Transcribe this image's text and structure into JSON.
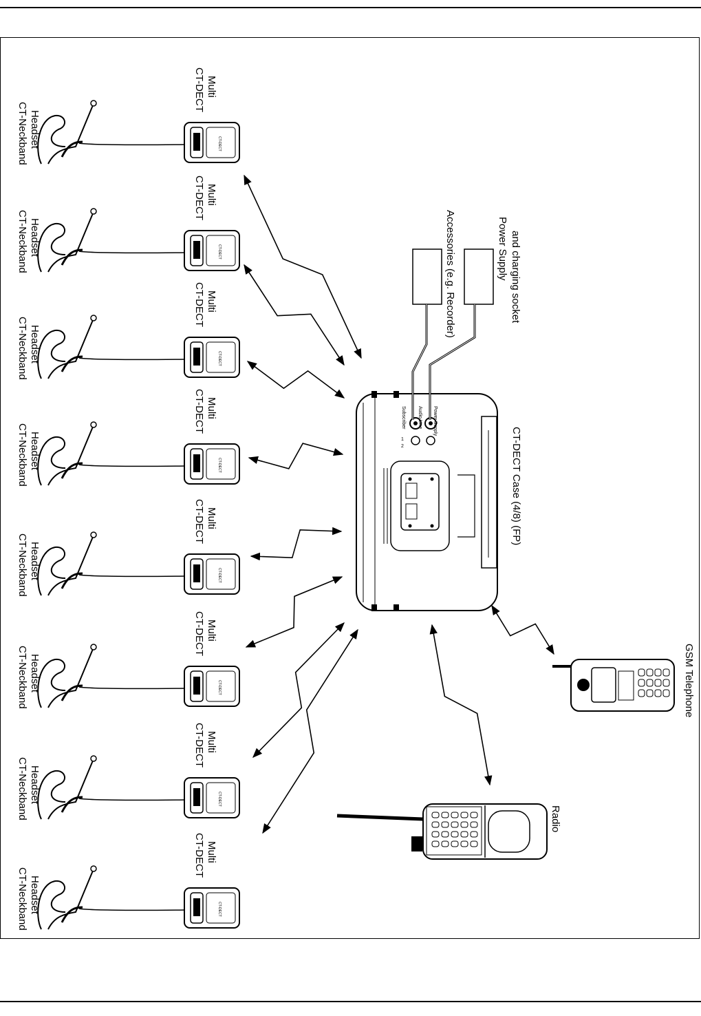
{
  "diagram": {
    "headset_label": [
      "CT-Neckband",
      "Headset"
    ],
    "handset_label": [
      "CT-DECT",
      "Multi"
    ],
    "handset_face_text": "CT-DECT",
    "base_station_label": "CT-DECT Case (4/8) (FP)",
    "accessories_label": "Accessories (e.g. Recorder)",
    "power_label": [
      "Power Supply",
      "and charging socket"
    ],
    "radio_label": "Radio",
    "gsm_label": "GSM Telephone",
    "case_panel_labels": [
      "Subscriber",
      "Audio Line",
      "Power Supply"
    ],
    "case_panel_numbers": [
      "1",
      "2"
    ]
  }
}
